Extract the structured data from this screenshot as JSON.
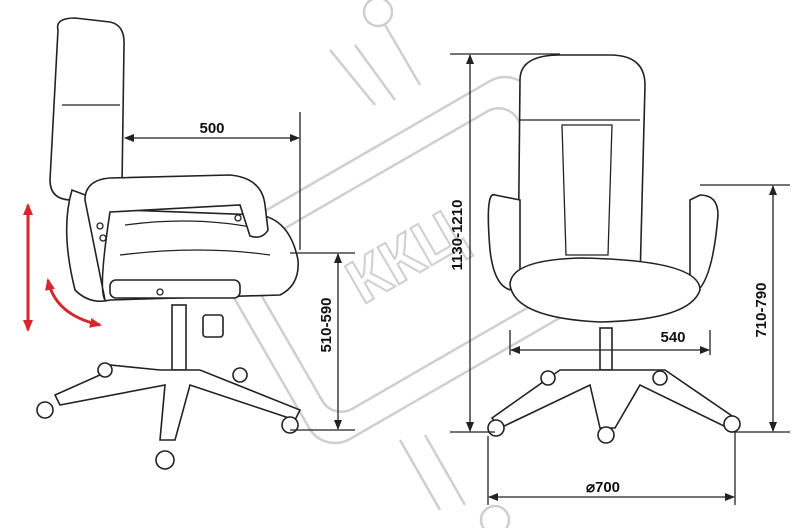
{
  "watermark": {
    "text": "ККЦ",
    "color": "#cfcfcf"
  },
  "dimensions": {
    "depth": "500",
    "seat_height": "510-590",
    "total_height": "1130-1210",
    "seat_width": "540",
    "armrest_height": "710-790",
    "base_diameter": "⌀700"
  },
  "colors": {
    "line": "#222222",
    "adjust_arrow": "#d9262c"
  },
  "icons": [
    "height-adjust-arrow-icon",
    "tilt-adjust-arrow-icon"
  ]
}
